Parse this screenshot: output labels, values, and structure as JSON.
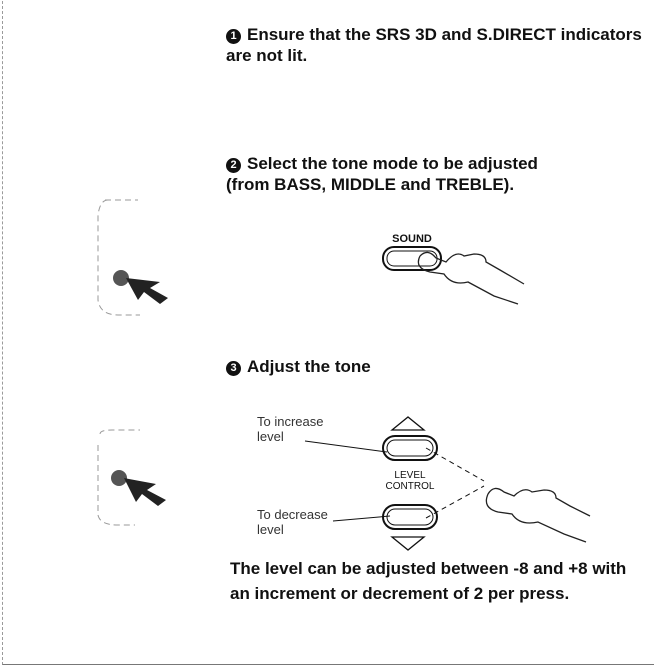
{
  "steps": [
    {
      "num": "1",
      "text": "Ensure that the SRS 3D and S.DIRECT indicators are not lit."
    },
    {
      "num": "2",
      "text": "Select the tone mode to be adjusted (from BASS, MIDDLE and TREBLE)."
    },
    {
      "num": "3",
      "text": "Adjust the tone"
    }
  ],
  "sound_button": {
    "label": "SOUND"
  },
  "level_control": {
    "label_line1": "LEVEL",
    "label_line2": "CONTROL",
    "increase_text_1": "To increase",
    "increase_text_2": "level",
    "decrease_text_1": "To decrease",
    "decrease_text_2": "level"
  },
  "note": "The level can be adjusted between -8 and +8 with an increment or decrement of 2 per press."
}
